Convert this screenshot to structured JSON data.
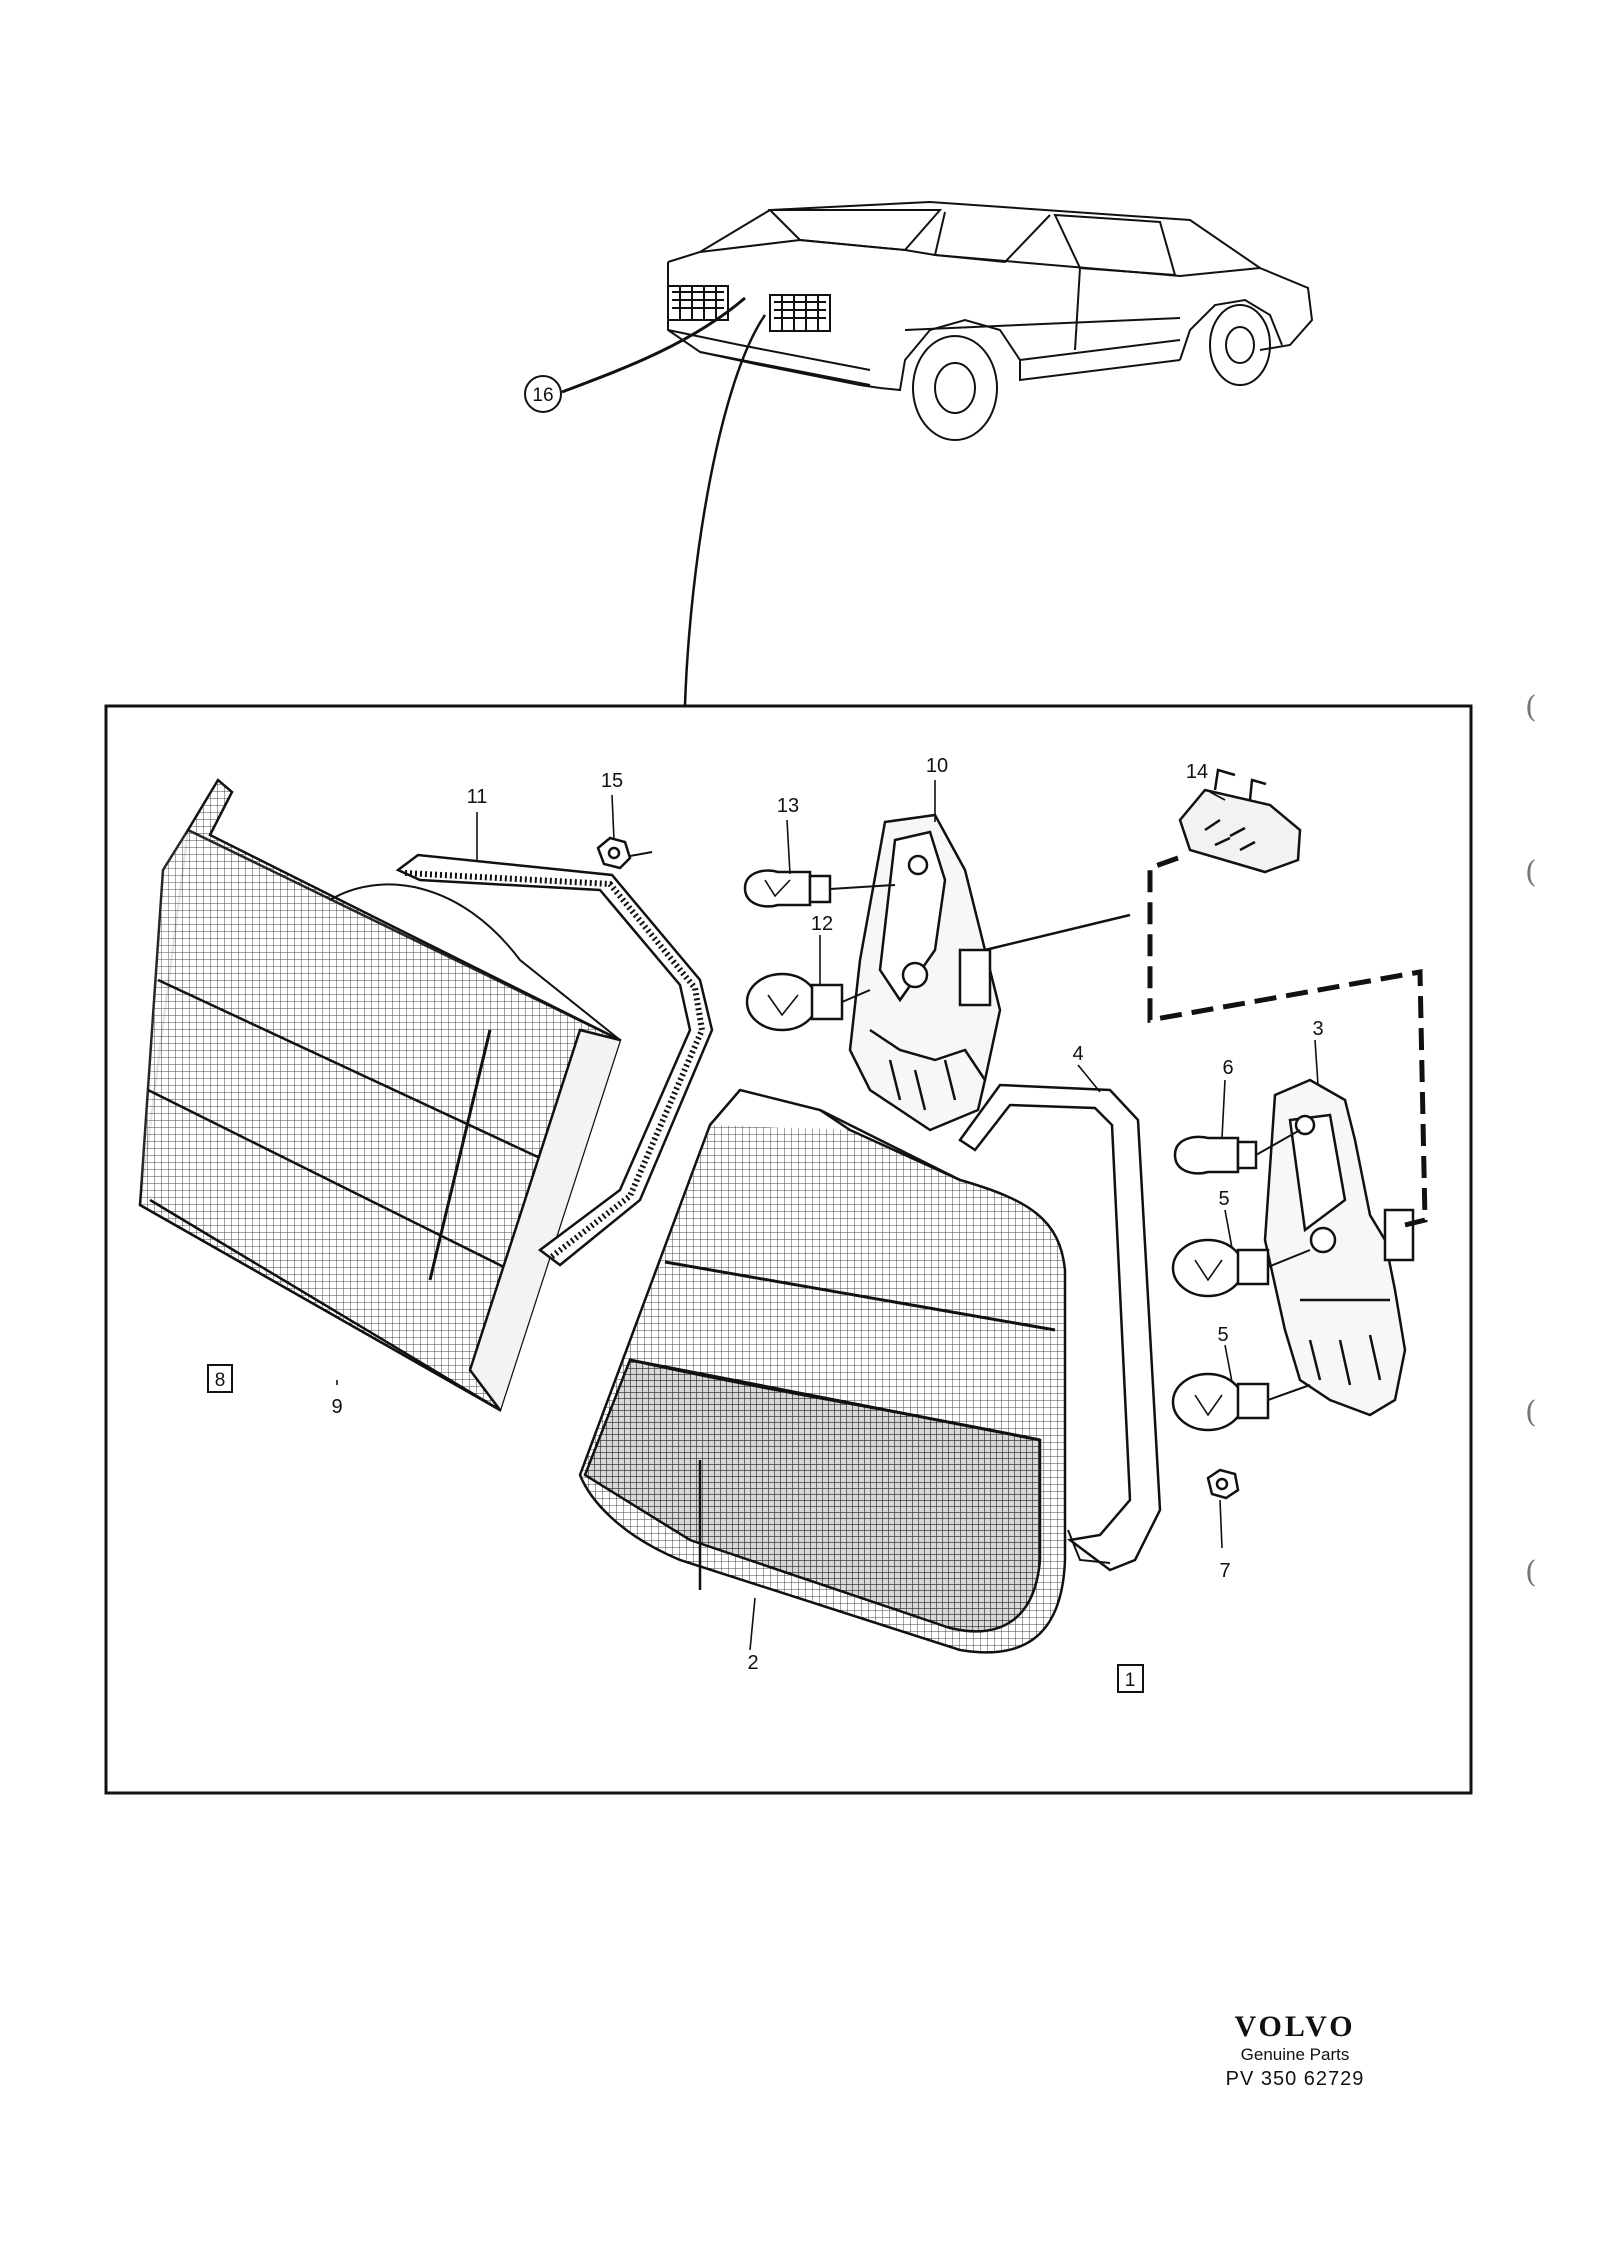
{
  "diagram": {
    "callouts": {
      "c1": "1",
      "c2": "2",
      "c3": "3",
      "c4": "4",
      "c5a": "5",
      "c5b": "5",
      "c6": "6",
      "c7": "7",
      "c8": "8",
      "c9": "9",
      "c10": "10",
      "c11": "11",
      "c12": "12",
      "c13": "13",
      "c14": "14",
      "c15": "15",
      "c16": "16"
    }
  },
  "footer": {
    "brand": "VOLVO",
    "tagline": "Genuine Parts",
    "code": "PV 350 62729"
  },
  "margin_marks": [
    "(",
    "(",
    "(",
    "("
  ]
}
